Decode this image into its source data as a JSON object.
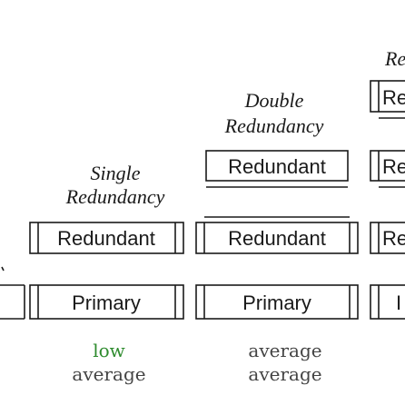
{
  "columns": {
    "single": {
      "title_line1": "Single",
      "title_line2": "Redundancy",
      "boxes": [
        "Redundant",
        "Primary"
      ],
      "metric1": "low",
      "metric2": "average"
    },
    "double": {
      "title_line1": "Double",
      "title_line2": "Redundancy",
      "boxes": [
        "Redundant",
        "Redundant",
        "Primary"
      ],
      "metric1": "average",
      "metric2": "average"
    },
    "triple_partial": {
      "title": "Re",
      "boxes": [
        "Re",
        "Re",
        "Re",
        "I"
      ]
    }
  },
  "colors": {
    "low": "#2e8b2e",
    "average": "#444444",
    "stroke": "#1a1a1a"
  }
}
